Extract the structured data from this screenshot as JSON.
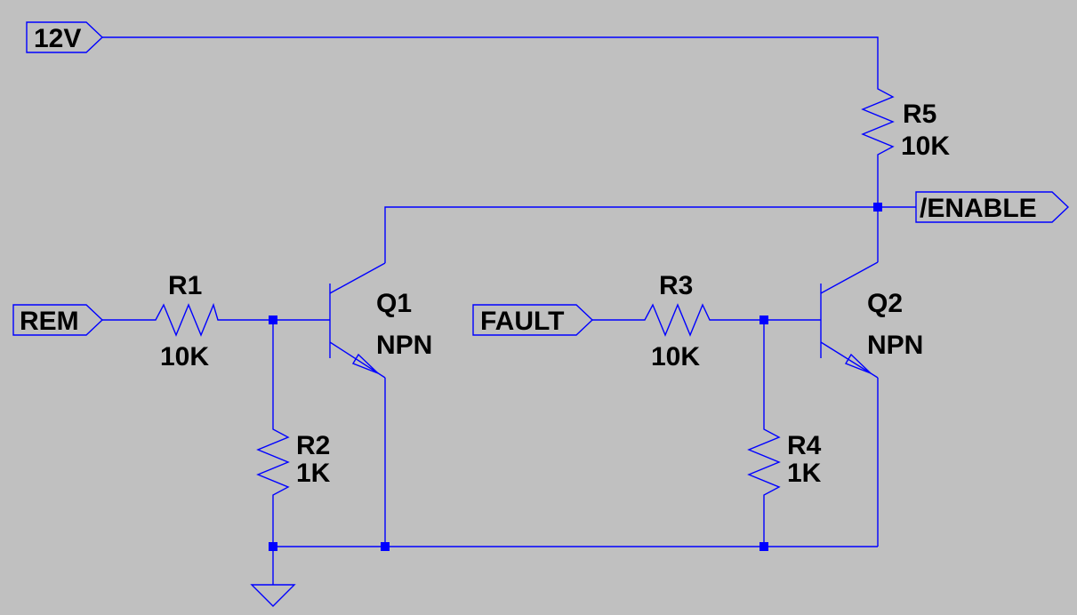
{
  "net_labels": {
    "supply": "12V",
    "enable": "/ENABLE",
    "rem": "REM",
    "fault": "FAULT"
  },
  "components": {
    "R1": {
      "ref": "R1",
      "value": "10K"
    },
    "R2": {
      "ref": "R2",
      "value": "1K"
    },
    "R3": {
      "ref": "R3",
      "value": "10K"
    },
    "R4": {
      "ref": "R4",
      "value": "1K"
    },
    "R5": {
      "ref": "R5",
      "value": "10K"
    },
    "Q1": {
      "ref": "Q1",
      "type": "NPN"
    },
    "Q2": {
      "ref": "Q2",
      "type": "NPN"
    }
  },
  "colors": {
    "background": "#c0c0c0",
    "wire": "#0000ff",
    "text": "#000000"
  }
}
